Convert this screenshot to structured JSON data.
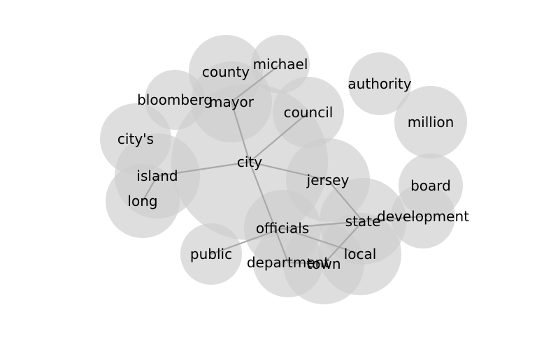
{
  "graph": {
    "nodes": [
      {
        "id": "city",
        "label": "city"
      },
      {
        "id": "county",
        "label": "county"
      },
      {
        "id": "michael",
        "label": "michael"
      },
      {
        "id": "bloomberg",
        "label": "bloomberg"
      },
      {
        "id": "mayor",
        "label": "mayor"
      },
      {
        "id": "council",
        "label": "council"
      },
      {
        "id": "authority",
        "label": "authority"
      },
      {
        "id": "million",
        "label": "million"
      },
      {
        "id": "citys",
        "label": "city's"
      },
      {
        "id": "island",
        "label": "island"
      },
      {
        "id": "long",
        "label": "long"
      },
      {
        "id": "jersey",
        "label": "jersey"
      },
      {
        "id": "board",
        "label": "board"
      },
      {
        "id": "development",
        "label": "development"
      },
      {
        "id": "state",
        "label": "state"
      },
      {
        "id": "officials",
        "label": "officials"
      },
      {
        "id": "public",
        "label": "public"
      },
      {
        "id": "local",
        "label": "local"
      },
      {
        "id": "department",
        "label": "department"
      },
      {
        "id": "town",
        "label": "town"
      }
    ],
    "edges": [
      [
        "mayor",
        "michael"
      ],
      [
        "mayor",
        "city"
      ],
      [
        "city",
        "council"
      ],
      [
        "city",
        "island"
      ],
      [
        "island",
        "long"
      ],
      [
        "city",
        "jersey"
      ],
      [
        "city",
        "department"
      ],
      [
        "jersey",
        "state"
      ],
      [
        "state",
        "officials"
      ],
      [
        "state",
        "development"
      ],
      [
        "state",
        "town"
      ],
      [
        "officials",
        "public"
      ],
      [
        "officials",
        "local"
      ],
      [
        "department",
        "town"
      ]
    ]
  }
}
